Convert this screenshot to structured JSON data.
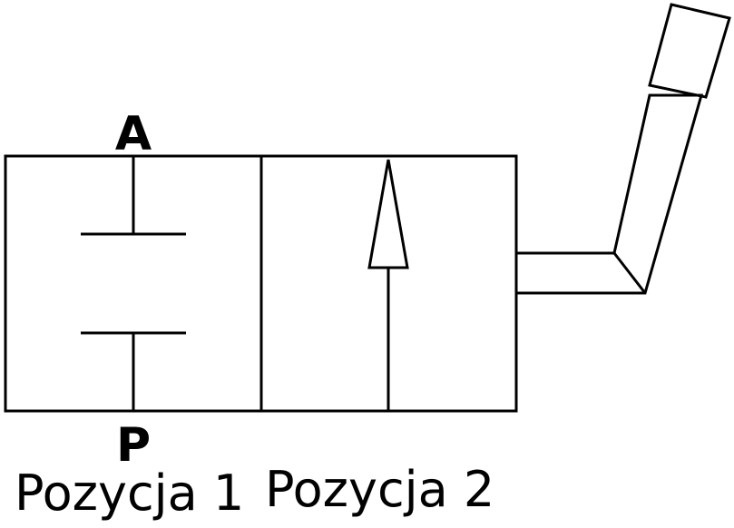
{
  "ports": {
    "top": "A",
    "bottom": "P"
  },
  "positions": [
    {
      "label": "Pozycja 1"
    },
    {
      "label": "Pozycja 2"
    }
  ],
  "colors": {
    "line": "#000000",
    "background": "#ffffff"
  }
}
